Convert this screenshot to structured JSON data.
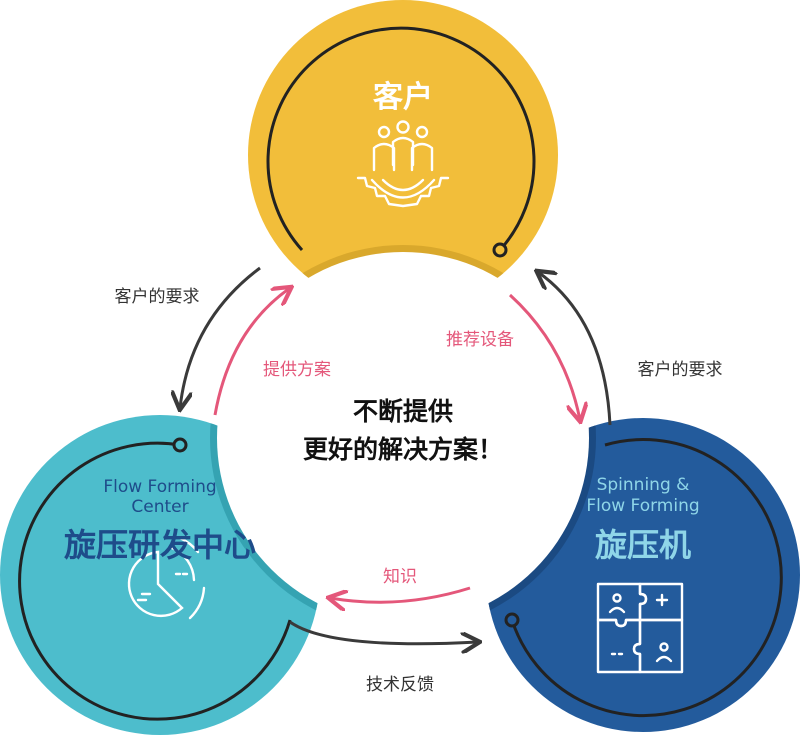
{
  "colors": {
    "yellow": "#F2BE3A",
    "yellow_dark": "#D9A82C",
    "cyan": "#4DBDCC",
    "cyan_dark": "#35A3B2",
    "blue": "#235B9C",
    "blue_dark": "#1B4A82",
    "pink": "#E4577A",
    "gray": "#3A3A3A",
    "navy_text": "#1E4C8A",
    "light_blue_text": "#8FD6E8"
  },
  "customer": {
    "title": "客户",
    "icon": "people-gear-icon"
  },
  "rd_center": {
    "title_en_line1": "Flow Forming",
    "title_en_line2": "Center",
    "title_cn": "旋压研发中心",
    "icon": "pie-chart-icon"
  },
  "machine": {
    "title_en_line1": "Spinning &",
    "title_en_line2": "Flow Forming",
    "title_cn": "旋压机",
    "icon": "puzzle-icon"
  },
  "center_text": {
    "line1": "不断提供",
    "line2": "更好的解决方案！"
  },
  "flows": {
    "left_outer": "客户的要求",
    "right_outer": "客户的要求",
    "left_inner": "提供方案",
    "right_inner": "推荐设备",
    "bottom_inner": "知识",
    "bottom_outer": "技术反馈"
  }
}
